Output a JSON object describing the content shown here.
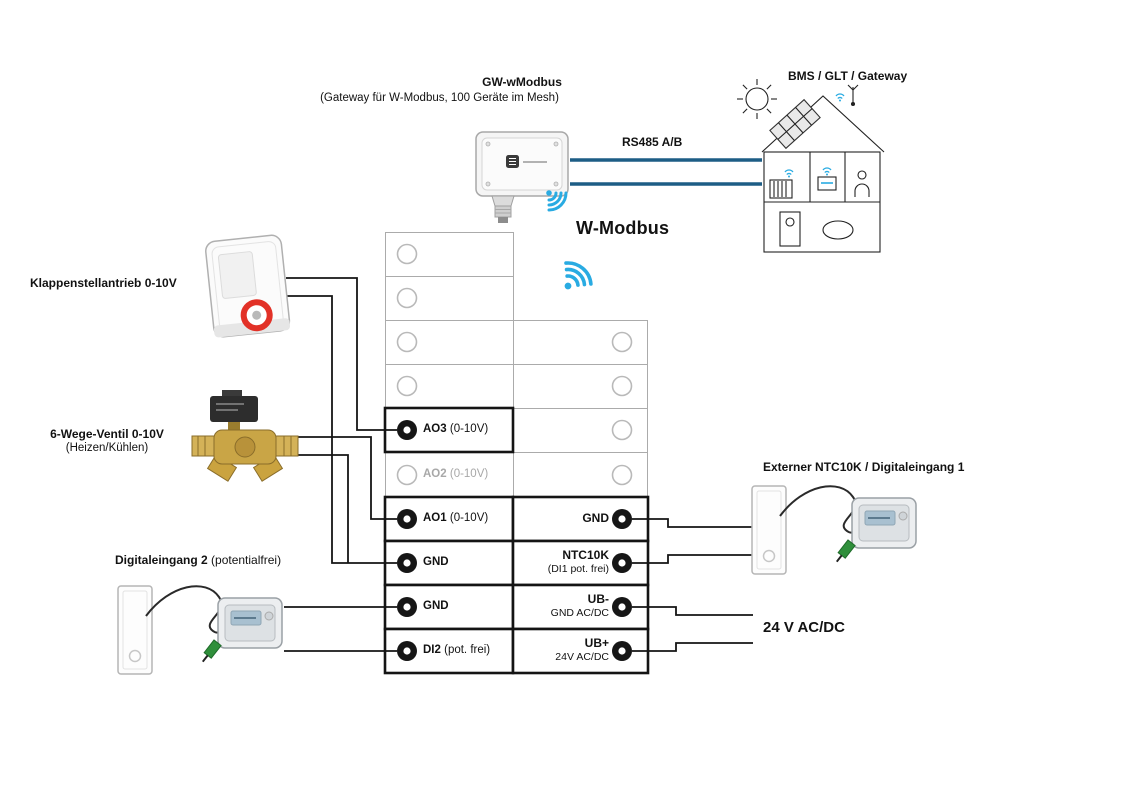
{
  "gateway": {
    "title": "GW-wModbus",
    "subtitle": "(Gateway für W-Modbus, 100 Geräte im Mesh)"
  },
  "bms": {
    "label": "BMS / GLT / Gateway"
  },
  "bus": {
    "rs485_label": "RS485 A/B",
    "wmodbus_label": "W-Modbus"
  },
  "devices": {
    "damper": {
      "label": "Klappenstellantrieb 0-10V"
    },
    "valve": {
      "label": "6-Wege-Ventil 0-10V",
      "sublabel": "(Heizen/Kühlen)"
    },
    "di2": {
      "label": "Digitaleingang 2",
      "sublabel": "(potentialfrei)"
    },
    "ntc": {
      "label": "Externer NTC10K / Digitaleingang 1"
    },
    "power": {
      "label": "24 V AC/DC"
    }
  },
  "terminals": {
    "left": [
      {
        "label": "AO3",
        "suffix": "(0-10V)",
        "state": "active"
      },
      {
        "label": "AO2",
        "suffix": "(0-10V)",
        "state": "unused"
      },
      {
        "label": "AO1",
        "suffix": "(0-10V)",
        "state": "active"
      },
      {
        "label": "GND",
        "suffix": "",
        "state": "active"
      },
      {
        "label": "GND",
        "suffix": "",
        "state": "active"
      },
      {
        "label": "DI2",
        "suffix": "(pot. frei)",
        "state": "active"
      }
    ],
    "right": [
      {
        "label": "GND",
        "sub": ""
      },
      {
        "label": "NTC10K",
        "sub": "(DI1 pot. frei)"
      },
      {
        "label": "UB-",
        "sub": "GND AC/DC"
      },
      {
        "label": "UB+",
        "sub": "24V AC/DC"
      }
    ]
  },
  "icons": {
    "wifi": "wifi-icon",
    "sun": "sun-icon",
    "building": "building-icon"
  },
  "colors": {
    "wifi_blue": "#29abe2",
    "rs485_blue": "#1d5d85",
    "wire_black": "#141414",
    "accent_red": "#e23127",
    "brass": "#c9a546"
  }
}
